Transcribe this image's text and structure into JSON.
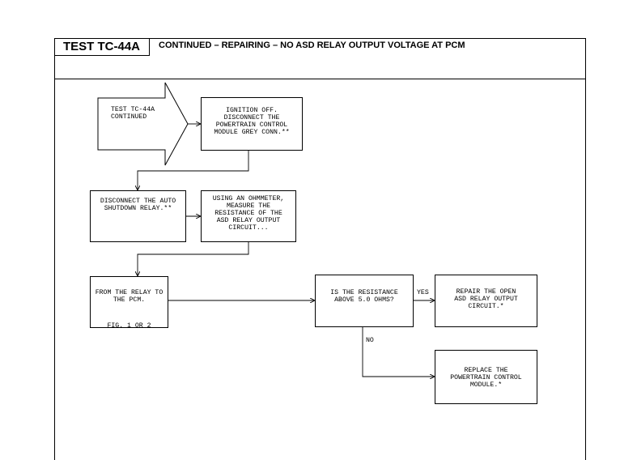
{
  "header": {
    "test_id": "TEST TC-44A",
    "title": "CONTINUED – REPAIRING – NO ASD RELAY OUTPUT VOLTAGE AT PCM"
  },
  "steps": {
    "start": "TEST TC-44A\nCONTINUED",
    "ignition_off": "IGNITION OFF.\nDISCONNECT THE\nPOWERTRAIN CONTROL\nMODULE GREY CONN.**",
    "disconnect_relay": "DISCONNECT THE AUTO\nSHUTDOWN RELAY.**",
    "ohmmeter": "USING AN OHMMETER,\nMEASURE THE\nRESISTANCE OF THE\nASD RELAY OUTPUT\nCIRCUIT...",
    "relay_to_pcm": "FROM THE RELAY TO\nTHE PCM.",
    "fig_ref": "FIG. 1 OR 2",
    "decision": "IS THE RESISTANCE\nABOVE 5.0 OHMS?",
    "repair": "REPAIR THE OPEN\nASD RELAY OUTPUT\nCIRCUIT.*",
    "replace": "REPLACE THE\nPOWERTRAIN CONTROL\nMODULE.*"
  },
  "branches": {
    "yes": "YES",
    "no": "NO"
  }
}
